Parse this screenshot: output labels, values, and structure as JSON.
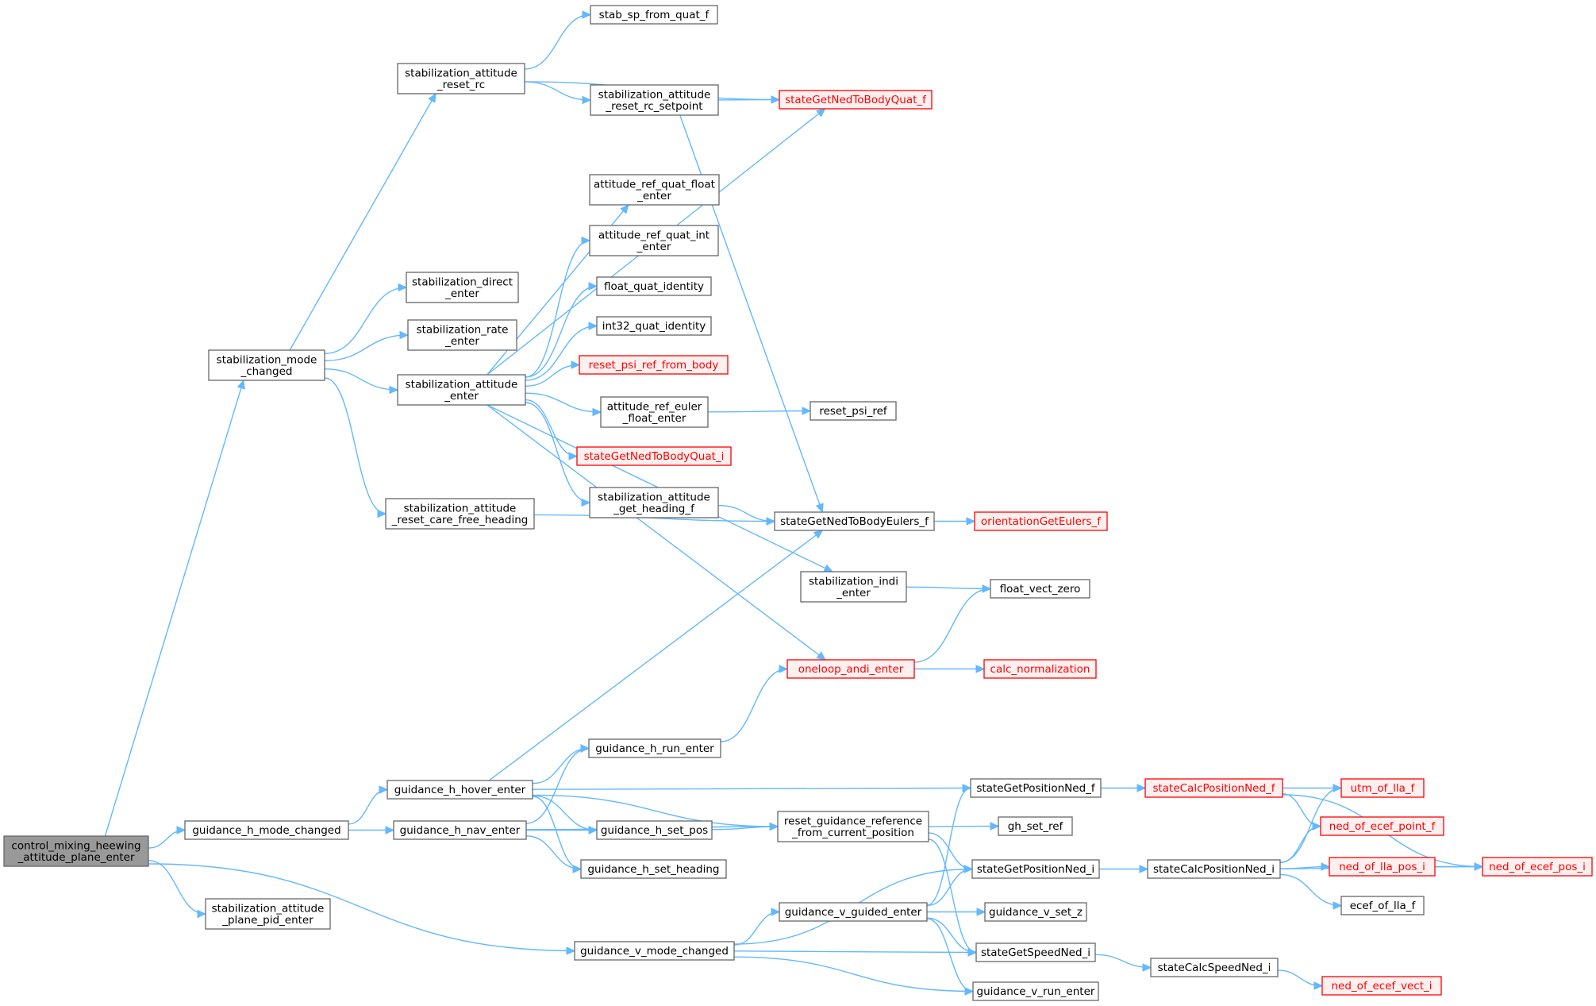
{
  "graph": {
    "colors": {
      "edge": "#63b8ff",
      "node_border": "#666666",
      "truncated_border": "#ff0000",
      "truncated_fill": "#fff0f0",
      "root_fill": "#999999"
    },
    "nodes": [
      {
        "id": "control_mixing",
        "lines": [
          "control_mixing_heewing",
          "_attitude_plane_enter"
        ],
        "style": "root"
      },
      {
        "id": "stabilization_mode_changed",
        "lines": [
          "stabilization_mode",
          "_changed"
        ],
        "style": "normal"
      },
      {
        "id": "guidance_h_mode_changed",
        "lines": [
          "guidance_h_mode_changed"
        ],
        "style": "normal"
      },
      {
        "id": "stabilization_attitude_plane_pid_enter",
        "lines": [
          "stabilization_attitude",
          "_plane_pid_enter"
        ],
        "style": "normal"
      },
      {
        "id": "guidance_v_mode_changed",
        "lines": [
          "guidance_v_mode_changed"
        ],
        "style": "normal"
      },
      {
        "id": "stabilization_attitude_reset_rc",
        "lines": [
          "stabilization_attitude",
          "_reset_rc"
        ],
        "style": "normal"
      },
      {
        "id": "stabilization_direct_enter",
        "lines": [
          "stabilization_direct",
          "_enter"
        ],
        "style": "normal"
      },
      {
        "id": "stabilization_rate_enter",
        "lines": [
          "stabilization_rate",
          "_enter"
        ],
        "style": "normal"
      },
      {
        "id": "stabilization_attitude_enter",
        "lines": [
          "stabilization_attitude",
          "_enter"
        ],
        "style": "normal"
      },
      {
        "id": "stabilization_attitude_reset_care_free_heading",
        "lines": [
          "stabilization_attitude",
          "_reset_care_free_heading"
        ],
        "style": "normal"
      },
      {
        "id": "guidance_h_hover_enter",
        "lines": [
          "guidance_h_hover_enter"
        ],
        "style": "normal"
      },
      {
        "id": "guidance_h_nav_enter",
        "lines": [
          "guidance_h_nav_enter"
        ],
        "style": "normal"
      },
      {
        "id": "stab_sp_from_quat_f",
        "lines": [
          "stab_sp_from_quat_f"
        ],
        "style": "normal"
      },
      {
        "id": "stabilization_attitude_reset_rc_setpoint",
        "lines": [
          "stabilization_attitude",
          "_reset_rc_setpoint"
        ],
        "style": "normal"
      },
      {
        "id": "attitude_ref_quat_float_enter",
        "lines": [
          "attitude_ref_quat_float",
          "_enter"
        ],
        "style": "normal"
      },
      {
        "id": "attitude_ref_quat_int_enter",
        "lines": [
          "attitude_ref_quat_int",
          "_enter"
        ],
        "style": "normal"
      },
      {
        "id": "float_quat_identity",
        "lines": [
          "float_quat_identity"
        ],
        "style": "normal"
      },
      {
        "id": "int32_quat_identity",
        "lines": [
          "int32_quat_identity"
        ],
        "style": "normal"
      },
      {
        "id": "reset_psi_ref_from_body",
        "lines": [
          "reset_psi_ref_from_body"
        ],
        "style": "trunc"
      },
      {
        "id": "attitude_ref_euler_float_enter",
        "lines": [
          "attitude_ref_euler",
          "_float_enter"
        ],
        "style": "normal"
      },
      {
        "id": "stateGetNedToBodyQuat_i",
        "lines": [
          "stateGetNedToBodyQuat_i"
        ],
        "style": "trunc"
      },
      {
        "id": "stabilization_attitude_get_heading_f",
        "lines": [
          "stabilization_attitude",
          "_get_heading_f"
        ],
        "style": "normal"
      },
      {
        "id": "guidance_h_run_enter",
        "lines": [
          "guidance_h_run_enter"
        ],
        "style": "normal"
      },
      {
        "id": "guidance_h_set_pos",
        "lines": [
          "guidance_h_set_pos"
        ],
        "style": "normal"
      },
      {
        "id": "guidance_h_set_heading",
        "lines": [
          "guidance_h_set_heading"
        ],
        "style": "normal"
      },
      {
        "id": "stateGetNedToBodyQuat_f",
        "lines": [
          "stateGetNedToBodyQuat_f"
        ],
        "style": "trunc"
      },
      {
        "id": "reset_psi_ref",
        "lines": [
          "reset_psi_ref"
        ],
        "style": "normal"
      },
      {
        "id": "stateGetNedToBodyEulers_f",
        "lines": [
          "stateGetNedToBodyEulers_f"
        ],
        "style": "normal"
      },
      {
        "id": "stabilization_indi_enter",
        "lines": [
          "stabilization_indi",
          "_enter"
        ],
        "style": "normal"
      },
      {
        "id": "oneloop_andi_enter",
        "lines": [
          "oneloop_andi_enter"
        ],
        "style": "trunc"
      },
      {
        "id": "reset_guidance_reference",
        "lines": [
          "reset_guidance_reference",
          "_from_current_position"
        ],
        "style": "normal"
      },
      {
        "id": "guidance_v_guided_enter",
        "lines": [
          "guidance_v_guided_enter"
        ],
        "style": "normal"
      },
      {
        "id": "orientationGetEulers_f",
        "lines": [
          "orientationGetEulers_f"
        ],
        "style": "trunc"
      },
      {
        "id": "float_vect_zero",
        "lines": [
          "float_vect_zero"
        ],
        "style": "normal"
      },
      {
        "id": "calc_normalization",
        "lines": [
          "calc_normalization"
        ],
        "style": "trunc"
      },
      {
        "id": "stateGetPositionNed_f",
        "lines": [
          "stateGetPositionNed_f"
        ],
        "style": "normal"
      },
      {
        "id": "gh_set_ref",
        "lines": [
          "gh_set_ref"
        ],
        "style": "normal"
      },
      {
        "id": "stateGetPositionNed_i",
        "lines": [
          "stateGetPositionNed_i"
        ],
        "style": "normal"
      },
      {
        "id": "guidance_v_set_z",
        "lines": [
          "guidance_v_set_z"
        ],
        "style": "normal"
      },
      {
        "id": "stateGetSpeedNed_i",
        "lines": [
          "stateGetSpeedNed_i"
        ],
        "style": "normal"
      },
      {
        "id": "guidance_v_run_enter",
        "lines": [
          "guidance_v_run_enter"
        ],
        "style": "normal"
      },
      {
        "id": "stateCalcPositionNed_f",
        "lines": [
          "stateCalcPositionNed_f"
        ],
        "style": "trunc"
      },
      {
        "id": "stateCalcPositionNed_i",
        "lines": [
          "stateCalcPositionNed_i"
        ],
        "style": "normal"
      },
      {
        "id": "stateCalcSpeedNed_i",
        "lines": [
          "stateCalcSpeedNed_i"
        ],
        "style": "normal"
      },
      {
        "id": "utm_of_lla_f",
        "lines": [
          "utm_of_lla_f"
        ],
        "style": "trunc"
      },
      {
        "id": "ned_of_ecef_point_f",
        "lines": [
          "ned_of_ecef_point_f"
        ],
        "style": "trunc"
      },
      {
        "id": "ned_of_lla_pos_i",
        "lines": [
          "ned_of_lla_pos_i"
        ],
        "style": "trunc"
      },
      {
        "id": "ecef_of_lla_f",
        "lines": [
          "ecef_of_lla_f"
        ],
        "style": "normal"
      },
      {
        "id": "ned_of_ecef_vect_i",
        "lines": [
          "ned_of_ecef_vect_i"
        ],
        "style": "trunc"
      },
      {
        "id": "ned_of_ecef_pos_i",
        "lines": [
          "ned_of_ecef_pos_i"
        ],
        "style": "trunc"
      }
    ],
    "edges": [
      [
        "control_mixing",
        "stabilization_mode_changed"
      ],
      [
        "control_mixing",
        "guidance_h_mode_changed"
      ],
      [
        "control_mixing",
        "stabilization_attitude_plane_pid_enter"
      ],
      [
        "control_mixing",
        "guidance_v_mode_changed"
      ],
      [
        "stabilization_mode_changed",
        "stabilization_attitude_reset_rc"
      ],
      [
        "stabilization_mode_changed",
        "stabilization_direct_enter"
      ],
      [
        "stabilization_mode_changed",
        "stabilization_rate_enter"
      ],
      [
        "stabilization_mode_changed",
        "stabilization_attitude_enter"
      ],
      [
        "stabilization_mode_changed",
        "stabilization_attitude_reset_care_free_heading"
      ],
      [
        "stabilization_attitude_reset_rc",
        "stab_sp_from_quat_f"
      ],
      [
        "stabilization_attitude_reset_rc",
        "stateGetNedToBodyQuat_f"
      ],
      [
        "stabilization_attitude_reset_rc",
        "stabilization_attitude_reset_rc_setpoint"
      ],
      [
        "stabilization_attitude_reset_rc_setpoint",
        "stateGetNedToBodyQuat_f"
      ],
      [
        "stabilization_attitude_reset_rc_setpoint",
        "stateGetNedToBodyEulers_f"
      ],
      [
        "stabilization_attitude_enter",
        "stateGetNedToBodyQuat_f"
      ],
      [
        "stabilization_attitude_enter",
        "attitude_ref_quat_float_enter"
      ],
      [
        "stabilization_attitude_enter",
        "attitude_ref_quat_int_enter"
      ],
      [
        "stabilization_attitude_enter",
        "float_quat_identity"
      ],
      [
        "stabilization_attitude_enter",
        "int32_quat_identity"
      ],
      [
        "stabilization_attitude_enter",
        "reset_psi_ref_from_body"
      ],
      [
        "stabilization_attitude_enter",
        "attitude_ref_euler_float_enter"
      ],
      [
        "stabilization_attitude_enter",
        "stateGetNedToBodyQuat_i"
      ],
      [
        "stabilization_attitude_enter",
        "stabilization_attitude_get_heading_f"
      ],
      [
        "stabilization_attitude_enter",
        "stabilization_indi_enter"
      ],
      [
        "stabilization_attitude_enter",
        "oneloop_andi_enter"
      ],
      [
        "attitude_ref_euler_float_enter",
        "reset_psi_ref"
      ],
      [
        "stabilization_attitude_get_heading_f",
        "stateGetNedToBodyEulers_f"
      ],
      [
        "stabilization_attitude_reset_care_free_heading",
        "stateGetNedToBodyEulers_f"
      ],
      [
        "stateGetNedToBodyEulers_f",
        "orientationGetEulers_f"
      ],
      [
        "stabilization_indi_enter",
        "float_vect_zero"
      ],
      [
        "oneloop_andi_enter",
        "float_vect_zero"
      ],
      [
        "oneloop_andi_enter",
        "calc_normalization"
      ],
      [
        "guidance_h_mode_changed",
        "guidance_h_hover_enter"
      ],
      [
        "guidance_h_mode_changed",
        "guidance_h_nav_enter"
      ],
      [
        "guidance_h_hover_enter",
        "stateGetNedToBodyEulers_f"
      ],
      [
        "guidance_h_hover_enter",
        "stateGetPositionNed_f"
      ],
      [
        "guidance_h_hover_enter",
        "guidance_h_run_enter"
      ],
      [
        "guidance_h_hover_enter",
        "reset_guidance_reference"
      ],
      [
        "guidance_h_hover_enter",
        "guidance_h_set_pos"
      ],
      [
        "guidance_h_hover_enter",
        "guidance_h_set_heading"
      ],
      [
        "guidance_h_nav_enter",
        "guidance_h_run_enter"
      ],
      [
        "guidance_h_nav_enter",
        "guidance_h_set_pos"
      ],
      [
        "guidance_h_nav_enter",
        "guidance_h_set_heading"
      ],
      [
        "guidance_h_nav_enter",
        "reset_guidance_reference"
      ],
      [
        "guidance_h_run_enter",
        "oneloop_andi_enter"
      ],
      [
        "guidance_h_set_pos",
        "reset_guidance_reference"
      ],
      [
        "reset_guidance_reference",
        "gh_set_ref"
      ],
      [
        "reset_guidance_reference",
        "stateGetPositionNed_i"
      ],
      [
        "reset_guidance_reference",
        "stateGetSpeedNed_i"
      ],
      [
        "guidance_v_mode_changed",
        "stateGetPositionNed_i"
      ],
      [
        "guidance_v_mode_changed",
        "guidance_v_guided_enter"
      ],
      [
        "guidance_v_mode_changed",
        "stateGetSpeedNed_i"
      ],
      [
        "guidance_v_mode_changed",
        "guidance_v_run_enter"
      ],
      [
        "guidance_v_guided_enter",
        "stateGetPositionNed_f"
      ],
      [
        "guidance_v_guided_enter",
        "stateGetPositionNed_i"
      ],
      [
        "guidance_v_guided_enter",
        "guidance_v_set_z"
      ],
      [
        "guidance_v_guided_enter",
        "stateGetSpeedNed_i"
      ],
      [
        "guidance_v_guided_enter",
        "guidance_v_run_enter"
      ],
      [
        "stateGetPositionNed_f",
        "stateCalcPositionNed_f"
      ],
      [
        "stateCalcPositionNed_f",
        "utm_of_lla_f"
      ],
      [
        "stateCalcPositionNed_f",
        "ned_of_ecef_point_f"
      ],
      [
        "stateCalcPositionNed_f",
        "ned_of_ecef_pos_i"
      ],
      [
        "stateGetPositionNed_i",
        "stateCalcPositionNed_i"
      ],
      [
        "stateCalcPositionNed_i",
        "utm_of_lla_f"
      ],
      [
        "stateCalcPositionNed_i",
        "ned_of_ecef_point_f"
      ],
      [
        "stateCalcPositionNed_i",
        "ned_of_lla_pos_i"
      ],
      [
        "stateCalcPositionNed_i",
        "ecef_of_lla_f"
      ],
      [
        "stateCalcPositionNed_i",
        "ned_of_ecef_pos_i"
      ],
      [
        "ned_of_lla_pos_i",
        "ned_of_ecef_pos_i"
      ],
      [
        "stateGetSpeedNed_i",
        "stateCalcSpeedNed_i"
      ],
      [
        "stateCalcSpeedNed_i",
        "ned_of_ecef_vect_i"
      ]
    ]
  }
}
